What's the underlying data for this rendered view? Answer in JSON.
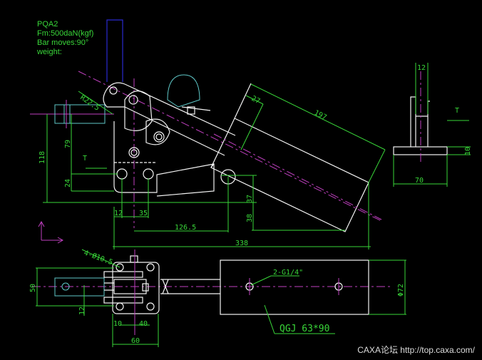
{
  "notes": {
    "model": "PQA2",
    "force": "Fm:500daN(kgf)",
    "bar_moves": "Bar moves:90°",
    "weight": "weight:"
  },
  "dimensions": {
    "radius": "R22.5",
    "d118": "118",
    "d79": "79",
    "d24": "24",
    "d12a": "12",
    "d35": "35",
    "d126_5": "126.5",
    "d338": "338",
    "d37": "37",
    "d38": "38",
    "d27": "27",
    "d197": "197",
    "d12top": "12",
    "d10": "10",
    "d70": "70",
    "d50": "50",
    "d12b": "12",
    "d10b": "10",
    "d40": "40",
    "d60": "60",
    "holes": "4-Ø10.5",
    "ports": "2-G1/4\"",
    "bore": "Φ72"
  },
  "labels": {
    "view_t_left": "T",
    "view_t_right": "T",
    "cylinder": "QGJ 63*90"
  },
  "watermark": "CAXA论坛 http://top.caxa.com/"
}
